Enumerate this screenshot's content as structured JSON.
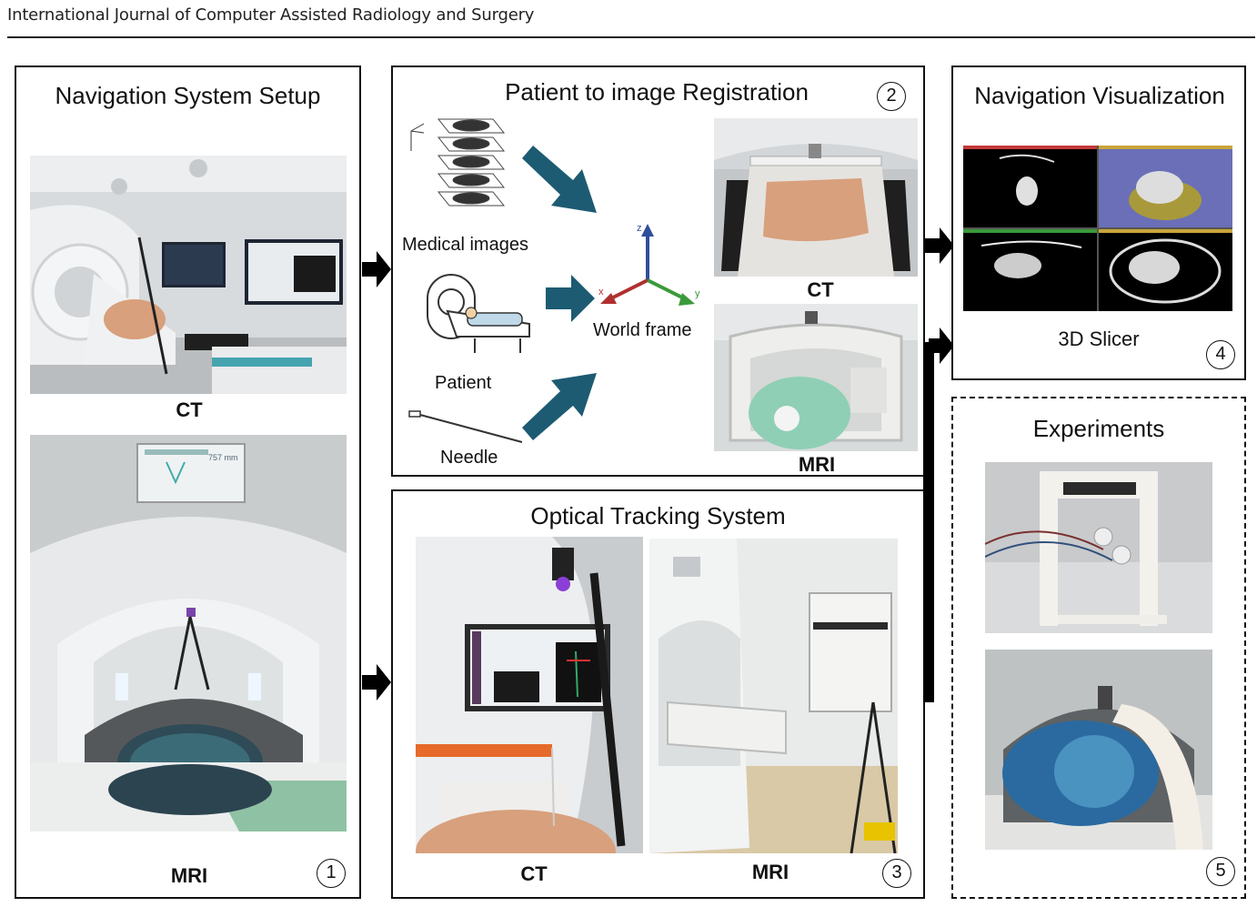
{
  "header": {
    "journal": "International Journal of Computer Assisted Radiology and Surgery"
  },
  "panels": {
    "setup": {
      "title": "Navigation System Setup",
      "number": "1",
      "captions": {
        "ct": "CT",
        "mri": "MRI"
      },
      "mri_screen_text": {
        "distance": "757 mm"
      }
    },
    "registration": {
      "title": "Patient to image Registration",
      "number": "2",
      "labels": {
        "medical_images": "Medical images",
        "patient": "Patient",
        "needle": "Needle",
        "world_frame": "World frame"
      },
      "axes": {
        "x": "x",
        "y": "y",
        "z": "z"
      },
      "captions": {
        "ct": "CT",
        "mri": "MRI"
      }
    },
    "tracking": {
      "title": "Optical Tracking System",
      "number": "3",
      "captions": {
        "ct": "CT",
        "mri": "MRI"
      }
    },
    "visualization": {
      "title": "Navigation Visualization",
      "number": "4",
      "software": "3D Slicer"
    },
    "experiments": {
      "title": "Experiments",
      "number": "5"
    }
  },
  "colors": {
    "arrow_teal": "#1d5b73",
    "axis_x": "#b03030",
    "axis_y": "#3a9a3a",
    "axis_z": "#2f4f9a",
    "skin": "#d8a07c",
    "phantom_blue": "#2a6aa0"
  }
}
